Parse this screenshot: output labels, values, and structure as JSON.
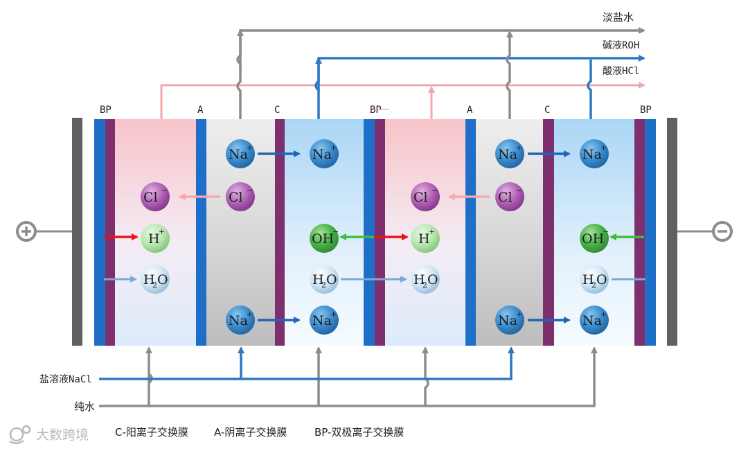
{
  "outputs": {
    "fresh_water": "淡盐水",
    "base": "碱液ROH",
    "acid": "酸液HCl"
  },
  "inputs": {
    "salt_solution": "盐溶液NaCl",
    "pure_water": "纯水"
  },
  "membrane_labels": {
    "bp": "BP",
    "a": "A",
    "c": "C"
  },
  "electrodes": {
    "positive": "+",
    "negative": "−"
  },
  "ions": {
    "na": "Na",
    "cl": "Cl",
    "h": "H",
    "oh": "OH",
    "water_h": "H",
    "water_o": "O",
    "water_sub": "2",
    "plus": "+",
    "minus": "−"
  },
  "legend": {
    "c": "C-阳离子交换膜",
    "a": "A-阴离子交换膜",
    "bp": "BP-双极离子交换膜"
  },
  "watermark": "大数跨境",
  "colors": {
    "blue_line": "#2b78c5",
    "gray_line": "#8c8c8c",
    "pink_line": "#f2a7ab",
    "bp_blue": "#1f6fc8",
    "bp_purple": "#7d2f6e",
    "na_ion": "#2d82c8",
    "cl_ion": "#9c3fa0",
    "h_ion": "#9ed89a",
    "oh_ion": "#3fae46",
    "arrow_red": "#e8141b",
    "arrow_green": "#3fbd3f"
  }
}
